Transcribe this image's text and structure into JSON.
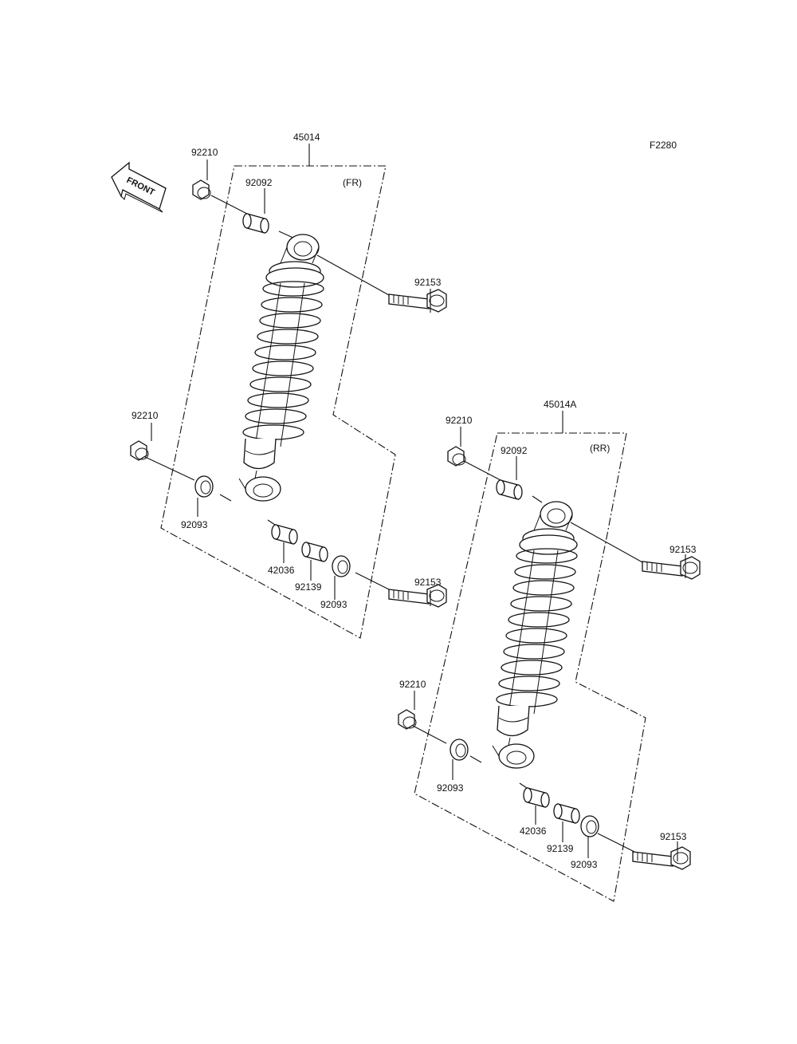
{
  "diagram_id": "F2280",
  "front_arrow_label": "FRONT",
  "front_assembly": {
    "assembly_no": "45014",
    "position": "(FR)",
    "labels": {
      "nut_top": "92210",
      "bushing_top": "92092",
      "bolt_top": "92153",
      "nut_bottom": "92210",
      "seal_left": "92093",
      "collar": "42036",
      "bushing_bottom": "92139",
      "seal_right": "92093",
      "bolt_bottom": "92153"
    }
  },
  "rear_assembly": {
    "assembly_no": "45014A",
    "position": "(RR)",
    "labels": {
      "nut_top": "92210",
      "bushing_top": "92092",
      "bolt_top": "92153",
      "nut_bottom": "92210",
      "seal_left": "92093",
      "collar": "42036",
      "bushing_bottom": "92139",
      "seal_right": "92093",
      "bolt_bottom": "92153"
    }
  }
}
